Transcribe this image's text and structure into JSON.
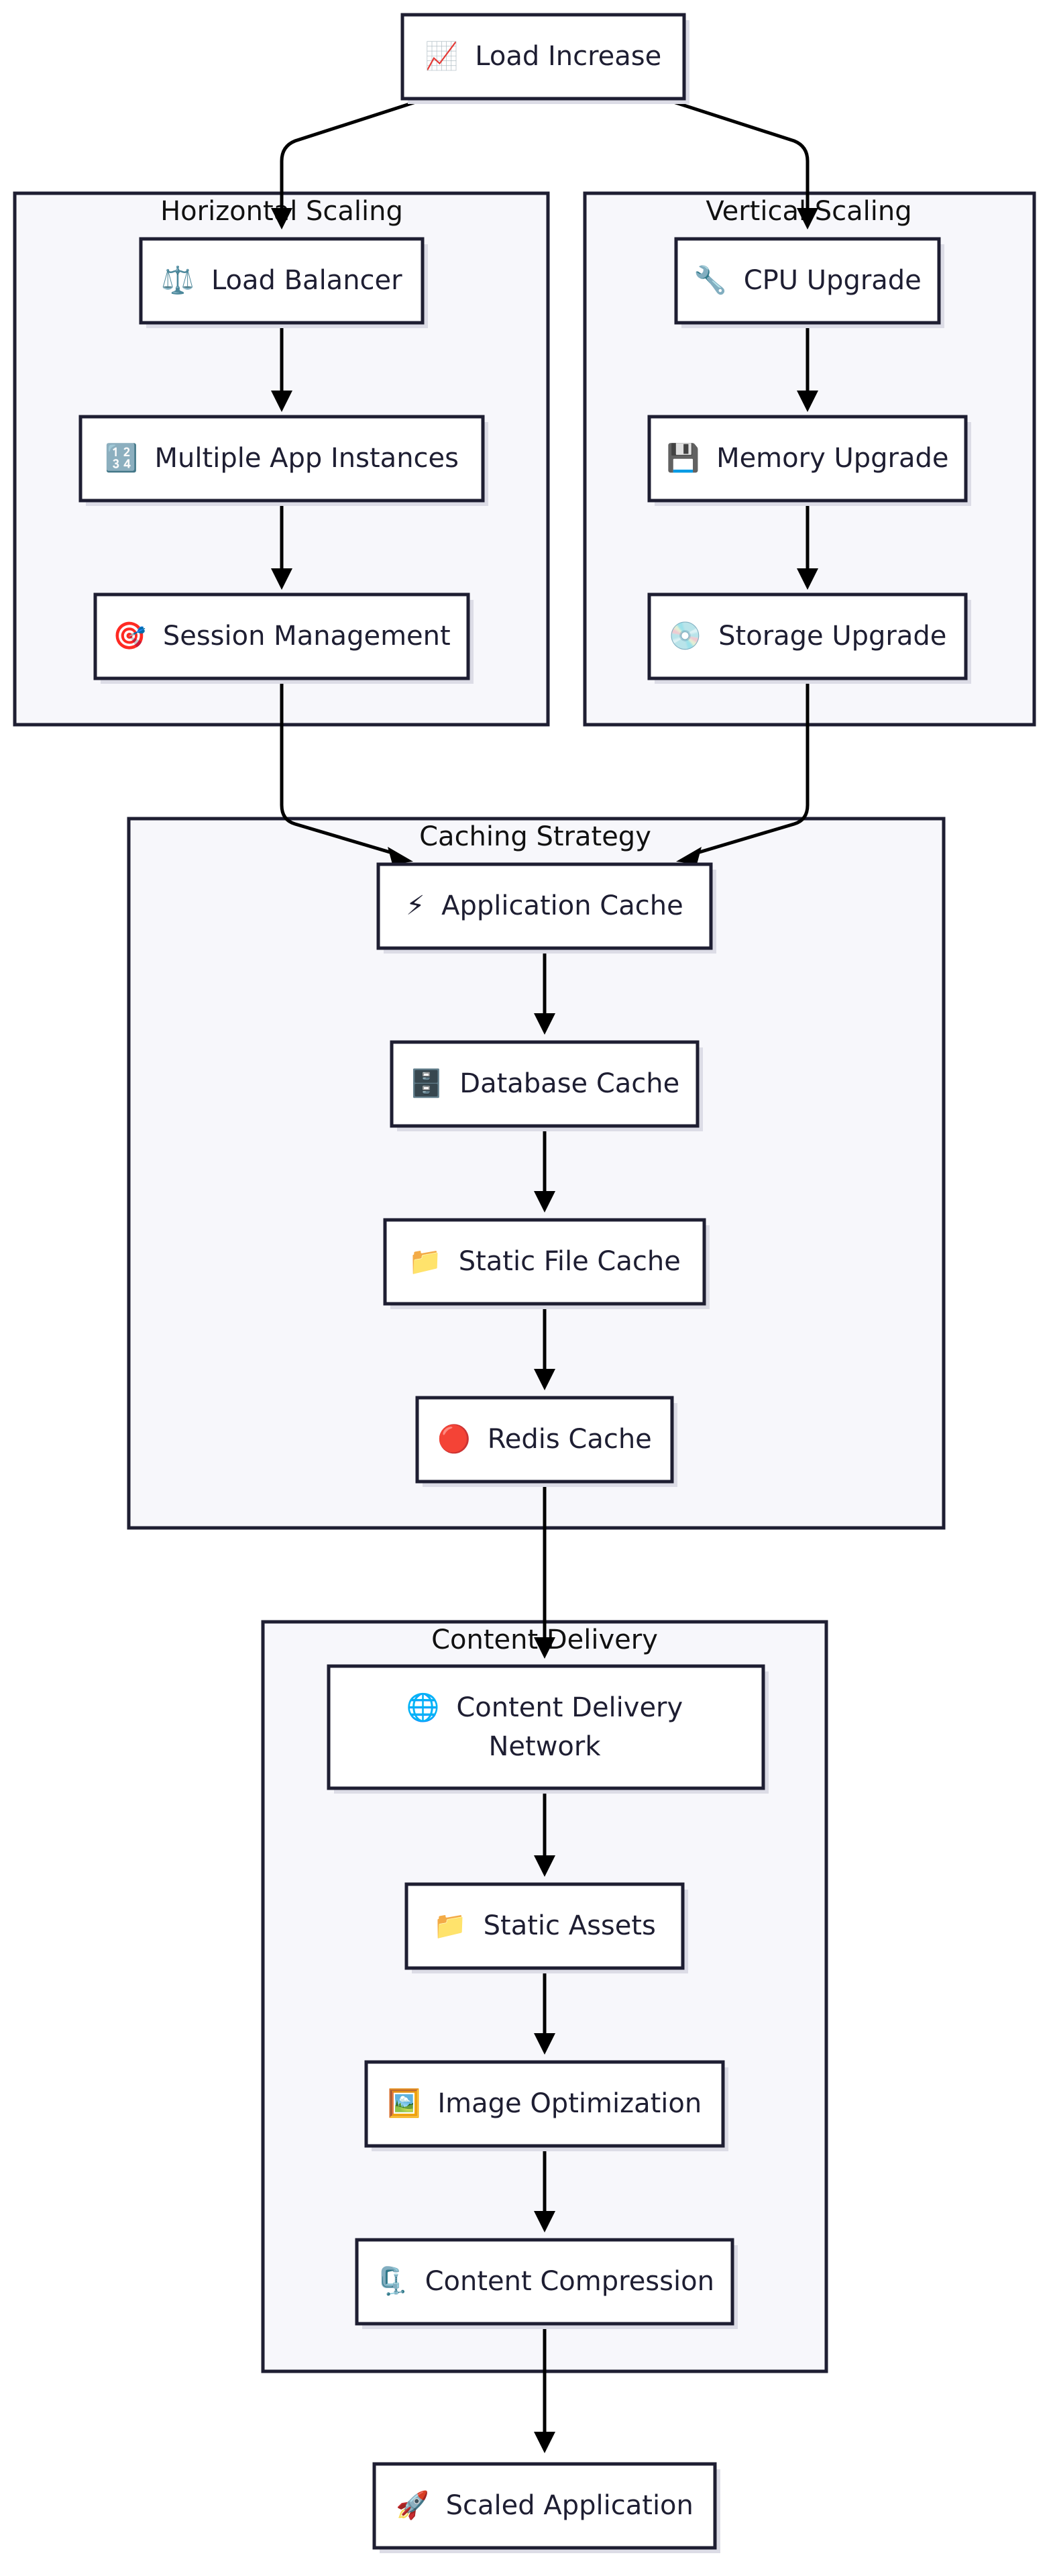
{
  "colors": {
    "group_fill": "#f7f7fb",
    "stroke": "#1e1e32",
    "node_fill": "#ffffff",
    "edge": "#000000"
  },
  "groups": {
    "horizontal": "Horizontal Scaling",
    "vertical": "Vertical Scaling",
    "caching": "Caching Strategy",
    "delivery": "Content Delivery"
  },
  "nodes": {
    "load_increase": {
      "icon": "📈",
      "label": "Load Increase"
    },
    "load_balancer": {
      "icon": "⚖️",
      "label": "Load Balancer"
    },
    "multi_instances": {
      "icon": "🔢",
      "label": "Multiple App Instances"
    },
    "session_mgmt": {
      "icon": "🎯",
      "label": "Session Management"
    },
    "cpu_upgrade": {
      "icon": "🔧",
      "label": "CPU Upgrade"
    },
    "memory_upgrade": {
      "icon": "💾",
      "label": "Memory Upgrade"
    },
    "storage_upgrade": {
      "icon": "💿",
      "label": "Storage Upgrade"
    },
    "app_cache": {
      "icon": "⚡",
      "label": "Application Cache"
    },
    "db_cache": {
      "icon": "🗄️",
      "label": "Database Cache"
    },
    "static_file_cache": {
      "icon": "📁",
      "label": "Static File Cache"
    },
    "redis_cache": {
      "icon": "🔴",
      "label": "Redis Cache"
    },
    "cdn": {
      "icon": "🌐",
      "label_line1": "Content Delivery",
      "label_line2": "Network"
    },
    "static_assets": {
      "icon": "📁",
      "label": "Static Assets"
    },
    "image_opt": {
      "icon": "🖼️",
      "label": "Image Optimization"
    },
    "compression": {
      "icon": "🗜️",
      "label": "Content Compression"
    },
    "scaled_app": {
      "icon": "🚀",
      "label": "Scaled Application"
    }
  }
}
